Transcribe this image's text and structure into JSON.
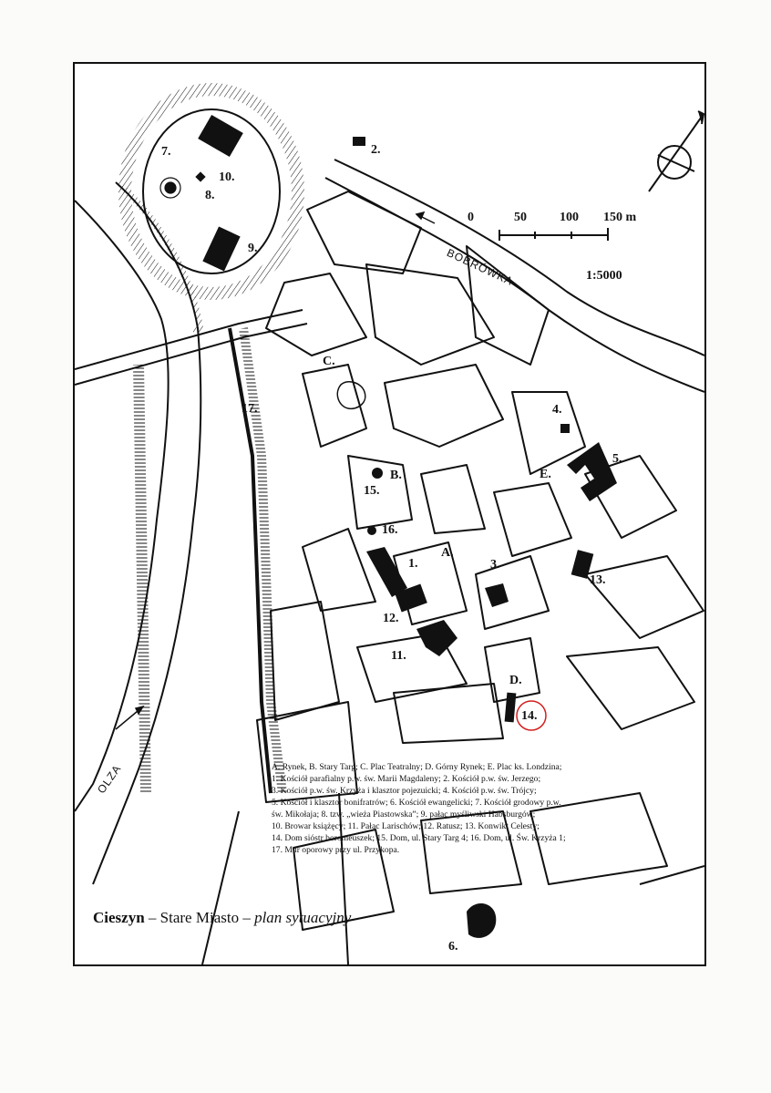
{
  "map": {
    "title": {
      "city": "Cieszyn",
      "dash1": " – ",
      "district": "Stare Miasto",
      "dash2": " – ",
      "subtitle": "plan sytuacyjny"
    },
    "scale": {
      "ticks": [
        "0",
        "50",
        "100",
        "150 m"
      ],
      "ratio": "1:5000"
    },
    "rivers": {
      "bobrowka": "BOBRÓWKA",
      "olza": "OLZA"
    },
    "labels": {
      "n1": "1.",
      "n2": "2.",
      "n3": "3.",
      "n4": "4.",
      "n5": "5.",
      "n6": "6.",
      "n7": "7.",
      "n8": "8.",
      "n9": "9.",
      "n10": "10.",
      "n11": "11.",
      "n12": "12.",
      "n13": "13.",
      "n14": "14.",
      "n15": "15.",
      "n16": "16.",
      "n17": "17.",
      "A": "A.",
      "B": "B.",
      "C": "C.",
      "D": "D.",
      "E": "E."
    },
    "legend": [
      "A. Rynek, B. Stary Targ; C. Plac Teatralny; D. Górny Rynek; E. Plac ks. Londzina;",
      "1. Kościół parafialny p.w. św. Marii Magdaleny; 2. Kościół p.w. św. Jerzego;",
      "3. Kościół p.w. św. Krzyża i klasztor pojezuicki; 4. Kościół p.w. św. Trójcy;",
      "5. Kościół i klasztor bonifratrów; 6. Kościół ewangelicki; 7. Kościół grodowy p.w.",
      "św. Mikołaja; 8. tzw. „wieża Piastowska”; 9. pałac myśliwski Habsburgów;",
      "10. Browar książęcy; 11. Pałac Larischów; 12. Ratusz; 13. Konwikt Celesty;",
      "14. Dom sióstr boromeuszek; 15. Dom, ul. Stary Targ 4; 16. Dom, ul. Św. Krzyża 1;",
      "17. Mur oporowy przy ul. Przykopa."
    ],
    "colors": {
      "ink": "#111111",
      "highlight_circle": "#d22020",
      "paper": "#ffffff"
    },
    "icons": [
      "north-arrow-icon",
      "flow-arrow-icon",
      "tower-icon"
    ]
  }
}
